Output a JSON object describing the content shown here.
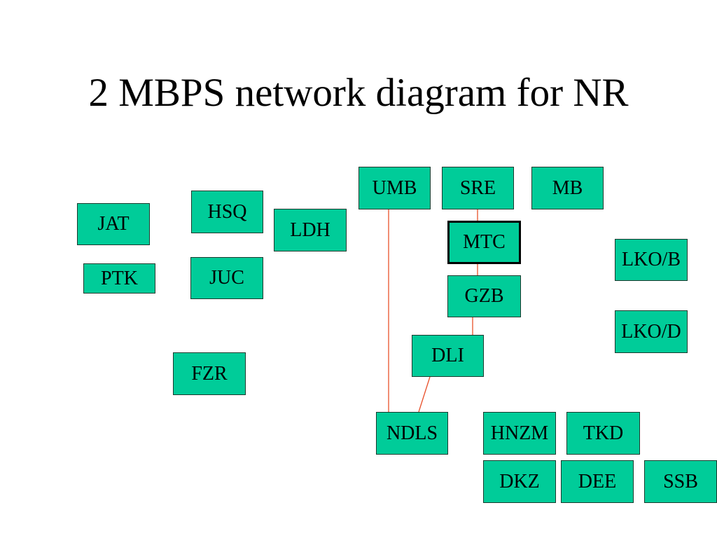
{
  "title": "2 MBPS network diagram for NR",
  "colors": {
    "node_fill": "#00cc99",
    "link": "#e8502a",
    "text": "#000000",
    "background": "#ffffff"
  },
  "nodes": {
    "umb": "UMB",
    "sre": "SRE",
    "mb": "MB",
    "jat": "JAT",
    "hsq": "HSQ",
    "ldh": "LDH",
    "mtc": "MTC",
    "lkob": "LKO/B",
    "ptk": "PTK",
    "juc": "JUC",
    "gzb": "GZB",
    "lkod": "LKO/D",
    "dli": "DLI",
    "fzr": "FZR",
    "ndls": "NDLS",
    "hnzm": "HNZM",
    "tkd": "TKD",
    "dkz": "DKZ",
    "dee": "DEE",
    "ssb": "SSB"
  },
  "links": [
    [
      "UMB",
      "NDLS"
    ],
    [
      "SRE",
      "MTC"
    ],
    [
      "MTC",
      "GZB"
    ],
    [
      "GZB",
      "DLI"
    ],
    [
      "DLI",
      "NDLS"
    ]
  ]
}
